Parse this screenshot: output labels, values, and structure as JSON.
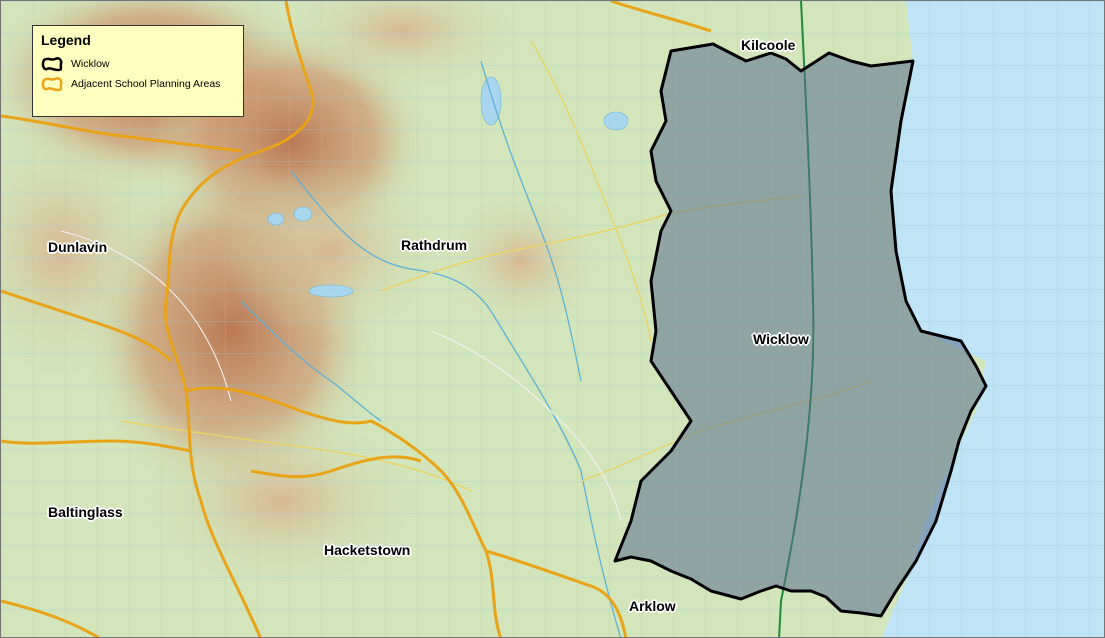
{
  "map": {
    "colors": {
      "land": "#cfe2b6",
      "uplands": "#c98f6a",
      "sea": "#bfe4f5",
      "grid": "#8ecbe0",
      "wicklow_fill": "#5a7090",
      "wicklow_border": "#000000",
      "adjacent_border": "#e8a317",
      "legend_bg": "#ffffc0"
    },
    "legend": {
      "title": "Legend",
      "items": [
        {
          "label": "Wicklow",
          "symbol": "black-outline-shape-icon"
        },
        {
          "label": "Adjacent School Planning Areas",
          "symbol": "orange-outline-shape-icon"
        }
      ]
    },
    "places": {
      "kilcoole": "Kilcoole",
      "dunlavin": "Dunlavin",
      "rathdrum": "Rathdrum",
      "wicklow": "Wicklow",
      "baltinglass": "Baltinglass",
      "hacketstown": "Hacketstown",
      "arklow": "Arklow"
    }
  }
}
